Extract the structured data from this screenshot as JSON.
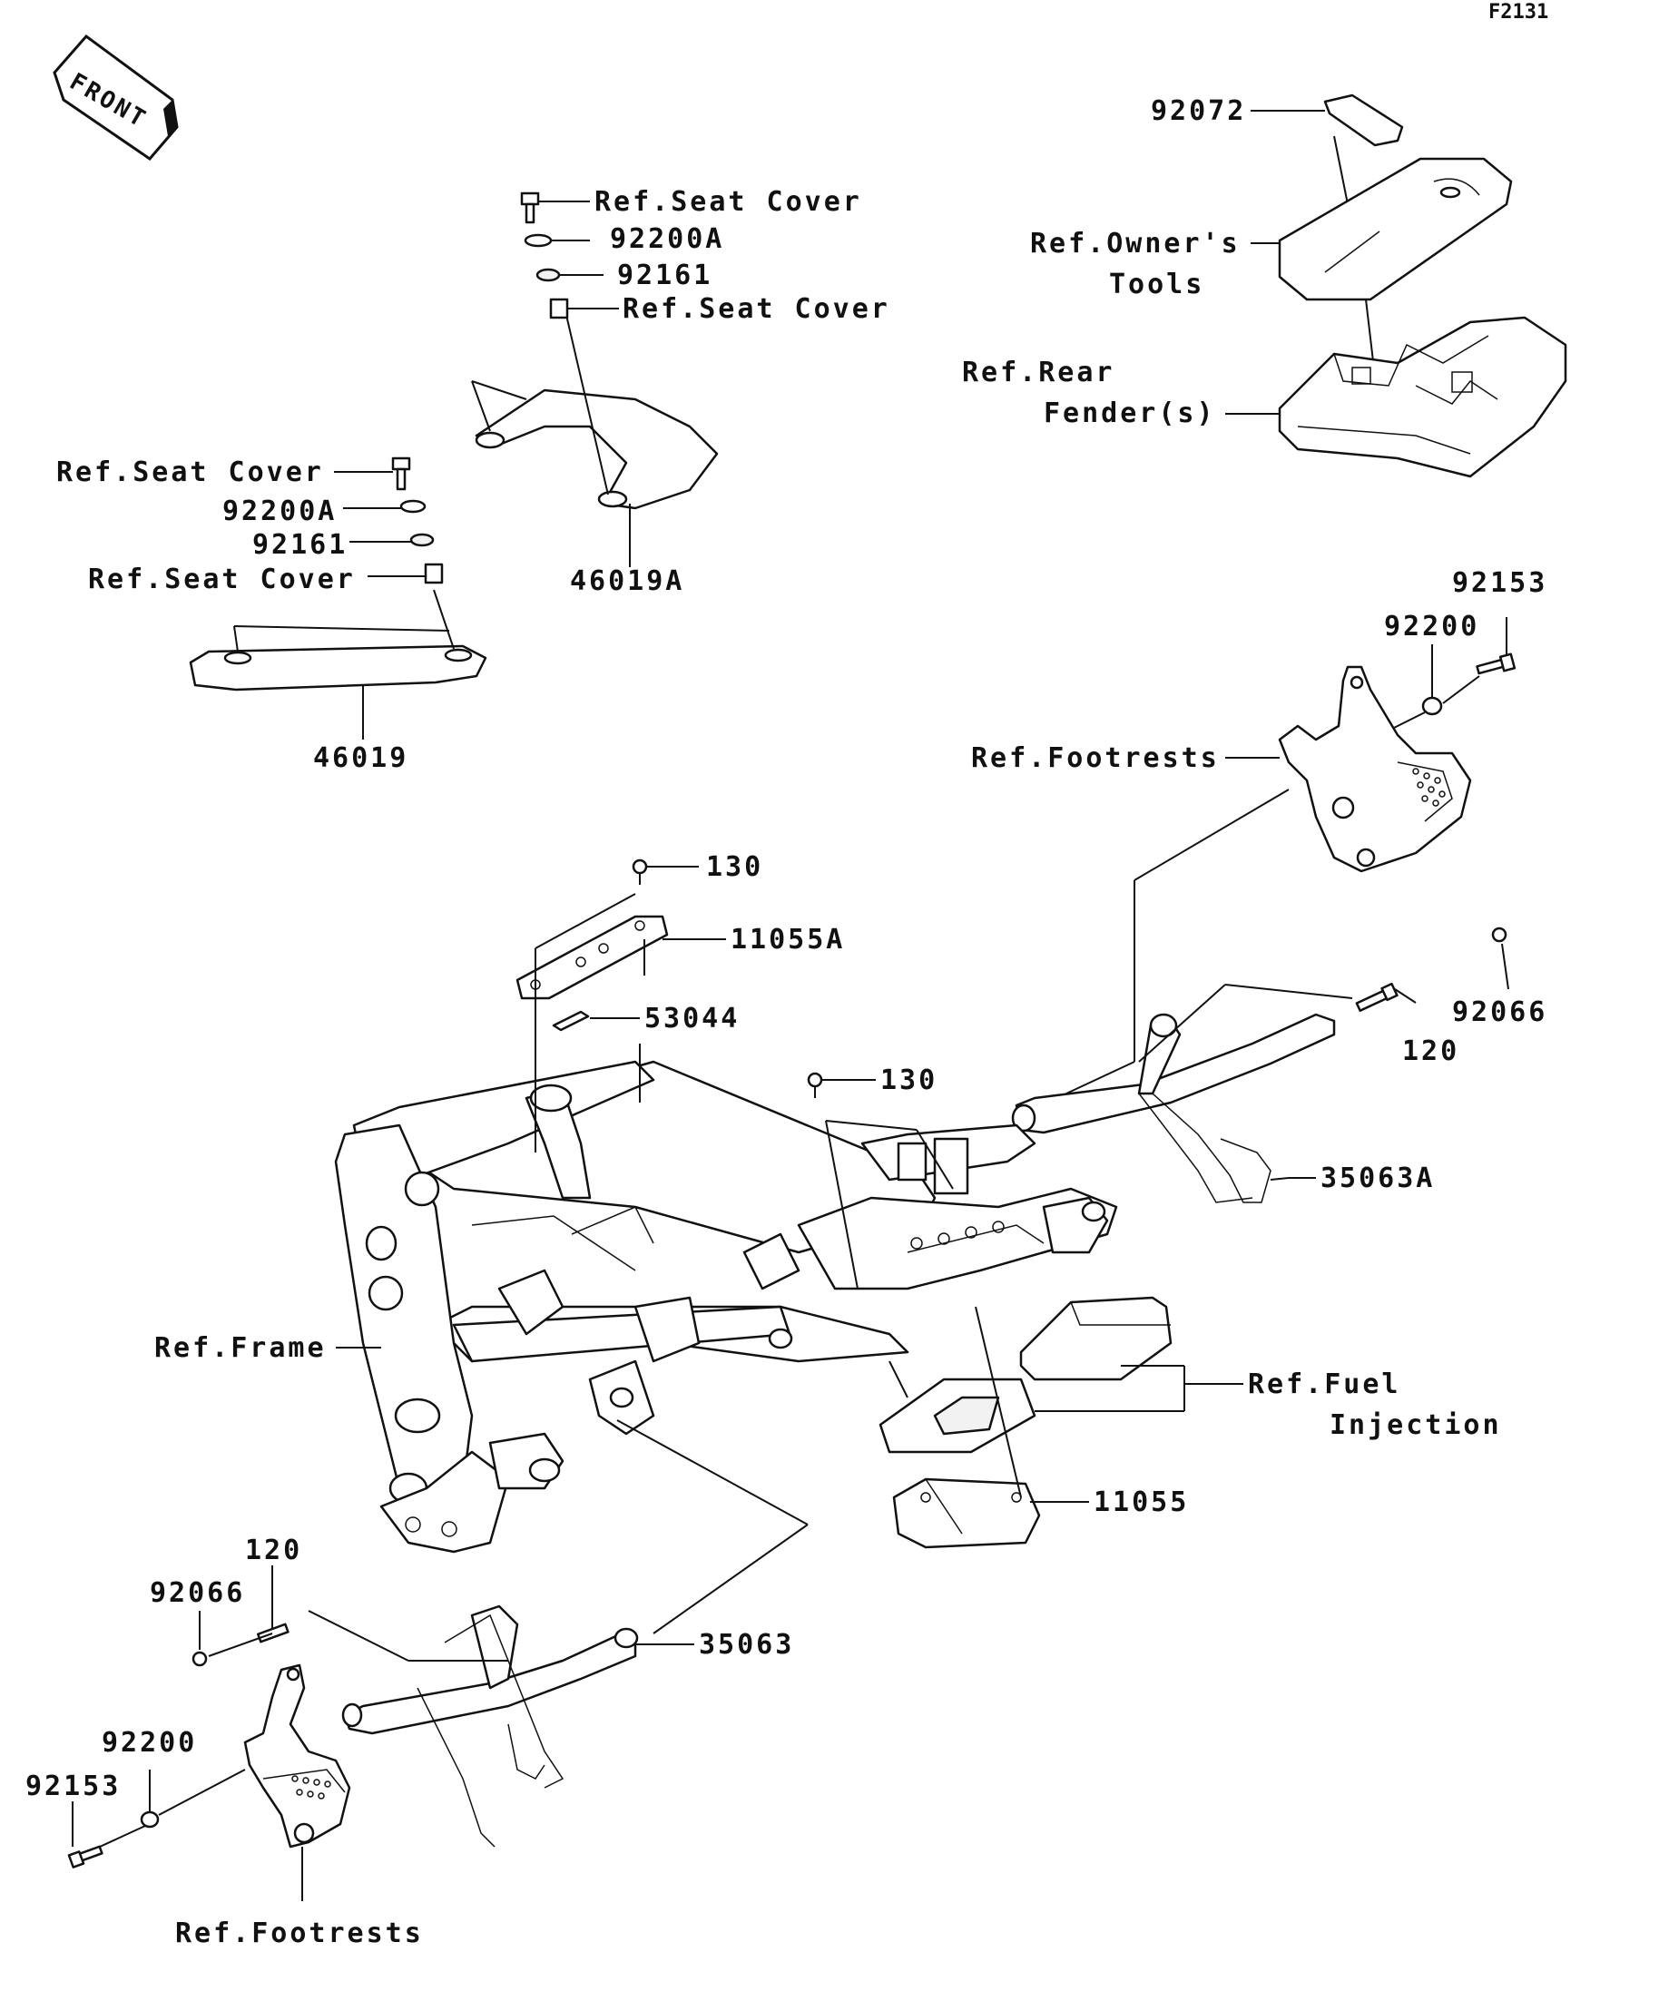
{
  "figure_id": "F2131",
  "front_arrow": "FRONT",
  "labels": {
    "ref_seat_cover_a": "Ref.Seat Cover",
    "p92200A_a": "92200A",
    "p92161_a": "92161",
    "ref_seat_cover_b": "Ref.Seat Cover",
    "p46019A": "46019A",
    "ref_seat_cover_c": "Ref.Seat Cover",
    "p92200A_b": "92200A",
    "p92161_b": "92161",
    "ref_seat_cover_d": "Ref.Seat Cover",
    "p46019": "46019",
    "p92072": "92072",
    "ref_owners_1": "Ref.Owner's",
    "ref_owners_2": "Tools",
    "ref_rear_1": "Ref.Rear",
    "ref_rear_2": "Fender(s)",
    "p92153_r": "92153",
    "p92200_r": "92200",
    "ref_footrests_r": "Ref.Footrests",
    "p130_a": "130",
    "p11055A": "11055A",
    "p53044": "53044",
    "p130_b": "130",
    "p92066_r": "92066",
    "p120_r": "120",
    "p35063A": "35063A",
    "ref_frame": "Ref.Frame",
    "ref_fuel_1": "Ref.Fuel",
    "ref_fuel_2": "Injection",
    "p11055": "11055",
    "p120_l": "120",
    "p92066_l": "92066",
    "p35063": "35063",
    "p92200_l": "92200",
    "p92153_l": "92153",
    "ref_footrests_l": "Ref.Footrests"
  }
}
